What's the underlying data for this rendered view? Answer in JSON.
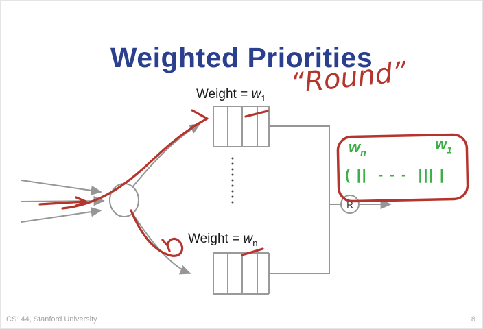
{
  "slide": {
    "title": "Weighted Priorities",
    "footer_left": "CS144, Stanford University",
    "page_number": "8"
  },
  "labels": {
    "queue_top": {
      "prefix": "Weight = ",
      "symbol": "w",
      "sub": "1"
    },
    "queue_bottom": {
      "prefix": "Weight = ",
      "symbol": "w",
      "sub": "n"
    },
    "scheduler": "R"
  },
  "annotations": {
    "round": "“Round”",
    "board_left": {
      "symbol": "w",
      "sub": "n"
    },
    "board_right": {
      "symbol": "w",
      "sub": "1"
    },
    "ticks": "( ||  - - -  ||| |"
  },
  "colors": {
    "title_blue": "#2a3f8e",
    "ink_red": "#b5342c",
    "ink_green": "#3caf46",
    "line_gray": "#969696",
    "footer_gray": "#a6a6a6"
  }
}
